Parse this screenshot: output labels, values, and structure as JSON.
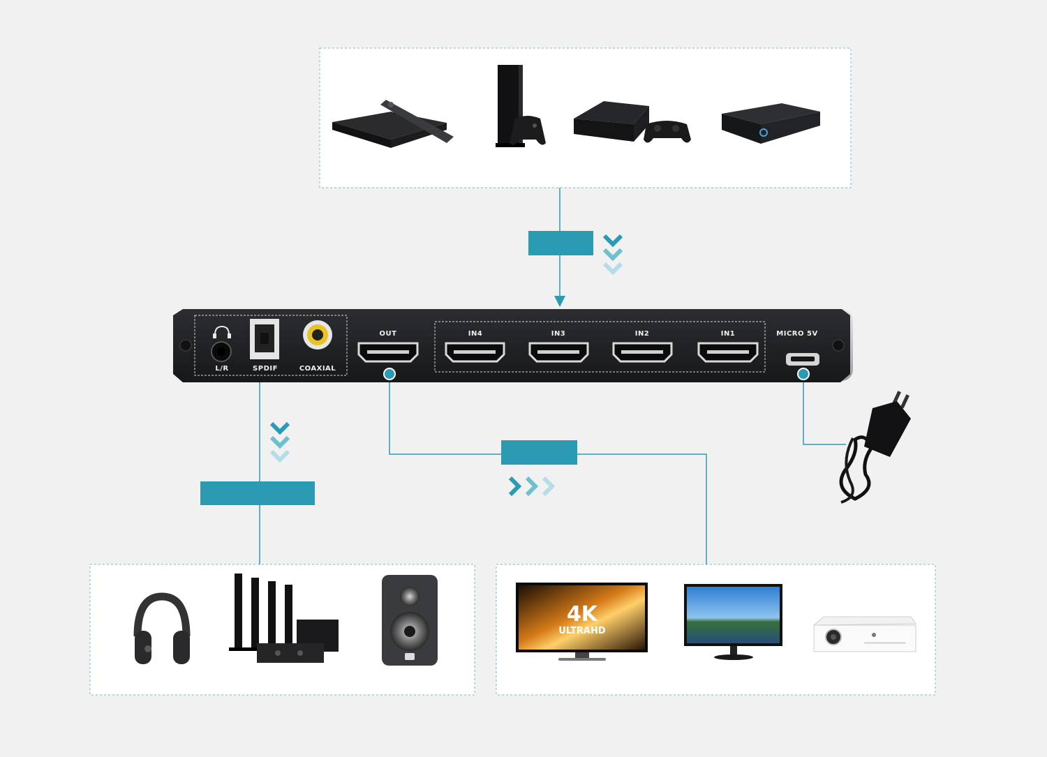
{
  "colors": {
    "background": "#f1f1f1",
    "accent": "#2a9bb2",
    "accent_light": "#9fd6e2",
    "frame": "#7fb6c4",
    "device_body": "#1e1f22",
    "device_edge": "#c8c9cc"
  },
  "device": {
    "ports": {
      "lr": "L/R",
      "spdif": "SPDIF",
      "coaxial": "COAXIAL",
      "out": "OUT",
      "in4": "IN4",
      "in3": "IN3",
      "in2": "IN2",
      "in1": "IN1",
      "micro5v": "MICRO 5V"
    }
  },
  "tv_screen": {
    "big": "4K",
    "sub": "ULTRAHD"
  },
  "icons": {
    "sources": [
      "streaming-box-icon",
      "xbox-console-icon",
      "playstation-console-icon",
      "media-player-icon"
    ],
    "audio": [
      "headphones-icon",
      "home-theater-icon",
      "bookshelf-speaker-icon"
    ],
    "displays": [
      "tv-4k-icon",
      "monitor-icon",
      "projector-icon"
    ],
    "power": "power-adapter-icon"
  }
}
